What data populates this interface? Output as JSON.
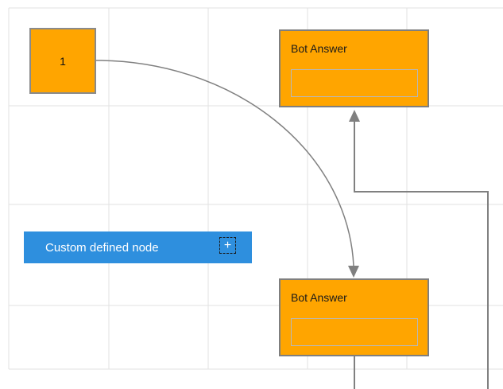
{
  "canvas": {
    "background": "#ffffff",
    "grid_color": "#e2e2e2",
    "connector_color": "#808080"
  },
  "nodes": {
    "start": {
      "label": "1",
      "fill": "#ffa500",
      "border": "#8a8a8a"
    },
    "bot_answer_top": {
      "title": "Bot Answer",
      "input_value": "",
      "fill": "#ffa500"
    },
    "bot_answer_bottom": {
      "title": "Bot Answer",
      "input_value": "",
      "fill": "#ffa500"
    },
    "custom": {
      "label": "Custom defined node",
      "plus_label": "+",
      "fill": "#2e8fde",
      "text_color": "#ffffff"
    }
  }
}
